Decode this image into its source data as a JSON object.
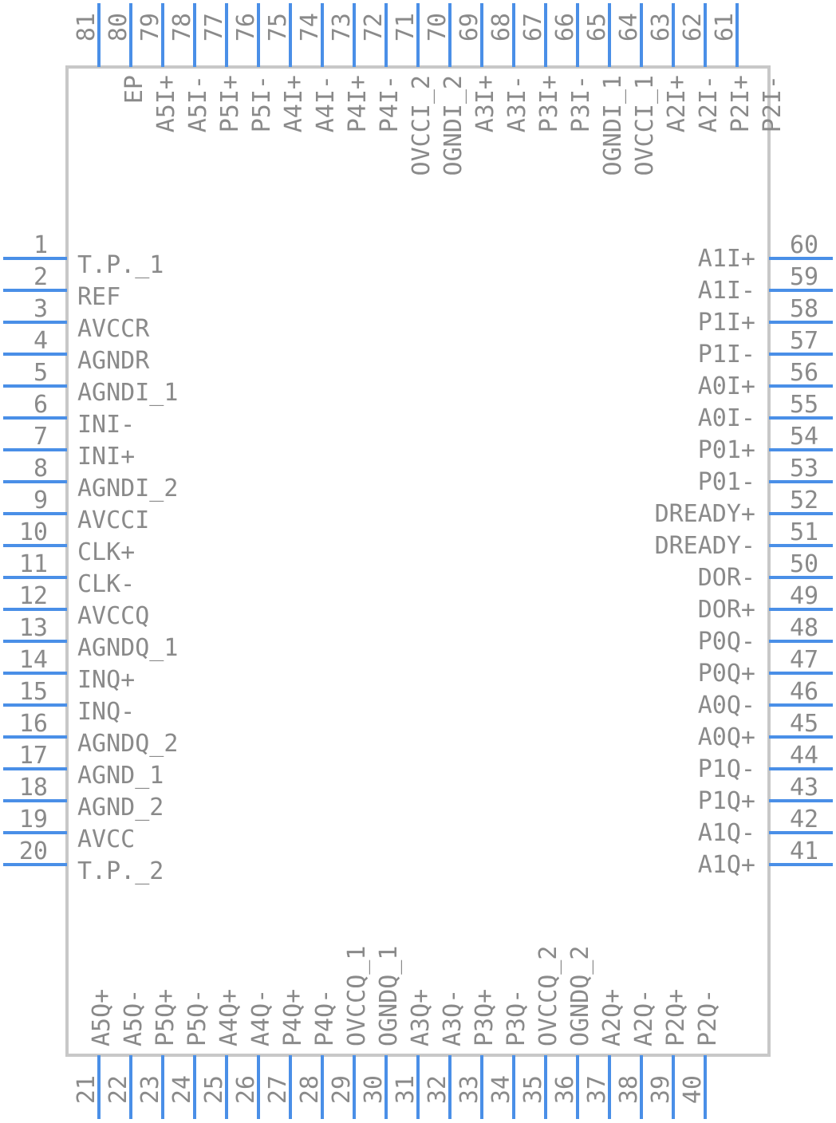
{
  "colors": {
    "pin": "#4a8fe7",
    "outline": "#c8c8c8",
    "text": "#8a8a8a",
    "background": "#ffffff"
  },
  "left_pins": [
    {
      "num": "1",
      "label": "T.P._1"
    },
    {
      "num": "2",
      "label": "REF"
    },
    {
      "num": "3",
      "label": "AVCCR"
    },
    {
      "num": "4",
      "label": "AGNDR"
    },
    {
      "num": "5",
      "label": "AGNDI_1"
    },
    {
      "num": "6",
      "label": "INI-"
    },
    {
      "num": "7",
      "label": "INI+"
    },
    {
      "num": "8",
      "label": "AGNDI_2"
    },
    {
      "num": "9",
      "label": "AVCCI"
    },
    {
      "num": "10",
      "label": "CLK+"
    },
    {
      "num": "11",
      "label": "CLK-"
    },
    {
      "num": "12",
      "label": "AVCCQ"
    },
    {
      "num": "13",
      "label": "AGNDQ_1"
    },
    {
      "num": "14",
      "label": "INQ+"
    },
    {
      "num": "15",
      "label": "INQ-"
    },
    {
      "num": "16",
      "label": "AGNDQ_2"
    },
    {
      "num": "17",
      "label": "AGND_1"
    },
    {
      "num": "18",
      "label": "AGND_2"
    },
    {
      "num": "19",
      "label": "AVCC"
    },
    {
      "num": "20",
      "label": "T.P._2"
    }
  ],
  "right_pins": [
    {
      "num": "60",
      "label": "A1I+"
    },
    {
      "num": "59",
      "label": "A1I-"
    },
    {
      "num": "58",
      "label": "P1I+"
    },
    {
      "num": "57",
      "label": "P1I-"
    },
    {
      "num": "56",
      "label": "A0I+"
    },
    {
      "num": "55",
      "label": "A0I-"
    },
    {
      "num": "54",
      "label": "P01+"
    },
    {
      "num": "53",
      "label": "P01-"
    },
    {
      "num": "52",
      "label": "DREADY+"
    },
    {
      "num": "51",
      "label": "DREADY-"
    },
    {
      "num": "50",
      "label": "DOR-"
    },
    {
      "num": "49",
      "label": "DOR+"
    },
    {
      "num": "48",
      "label": "P0Q-"
    },
    {
      "num": "47",
      "label": "P0Q+"
    },
    {
      "num": "46",
      "label": "A0Q-"
    },
    {
      "num": "45",
      "label": "A0Q+"
    },
    {
      "num": "44",
      "label": "P1Q-"
    },
    {
      "num": "43",
      "label": "P1Q+"
    },
    {
      "num": "42",
      "label": "A1Q-"
    },
    {
      "num": "41",
      "label": "A1Q+"
    }
  ],
  "top_pins": [
    {
      "num": "81",
      "label": "EP"
    },
    {
      "num": "80",
      "label": "A5I+"
    },
    {
      "num": "79",
      "label": "A5I-"
    },
    {
      "num": "78",
      "label": "P5I+"
    },
    {
      "num": "77",
      "label": "P5I-"
    },
    {
      "num": "76",
      "label": "A4I+"
    },
    {
      "num": "75",
      "label": "A4I-"
    },
    {
      "num": "74",
      "label": "P4I+"
    },
    {
      "num": "73",
      "label": "P4I-"
    },
    {
      "num": "72",
      "label": "OVCCI_2"
    },
    {
      "num": "71",
      "label": "OGNDI_2"
    },
    {
      "num": "70",
      "label": "A3I+"
    },
    {
      "num": "69",
      "label": "A3I-"
    },
    {
      "num": "68",
      "label": "P3I+"
    },
    {
      "num": "67",
      "label": "P3I-"
    },
    {
      "num": "66",
      "label": "OGNDI_1"
    },
    {
      "num": "65",
      "label": "OVCCI_1"
    },
    {
      "num": "64",
      "label": "A2I+"
    },
    {
      "num": "63",
      "label": "A2I-"
    },
    {
      "num": "62",
      "label": "P2I+"
    },
    {
      "num": "61",
      "label": "P2I-"
    }
  ],
  "bottom_pins": [
    {
      "num": "21",
      "label": "A5Q+"
    },
    {
      "num": "22",
      "label": "A5Q-"
    },
    {
      "num": "23",
      "label": "P5Q+"
    },
    {
      "num": "24",
      "label": "P5Q-"
    },
    {
      "num": "25",
      "label": "A4Q+"
    },
    {
      "num": "26",
      "label": "A4Q-"
    },
    {
      "num": "27",
      "label": "P4Q+"
    },
    {
      "num": "28",
      "label": "P4Q-"
    },
    {
      "num": "29",
      "label": "OVCCQ_1"
    },
    {
      "num": "30",
      "label": "OGNDQ_1"
    },
    {
      "num": "31",
      "label": "A3Q+"
    },
    {
      "num": "32",
      "label": "A3Q-"
    },
    {
      "num": "33",
      "label": "P3Q+"
    },
    {
      "num": "34",
      "label": "P3Q-"
    },
    {
      "num": "35",
      "label": "OVCCQ_2"
    },
    {
      "num": "36",
      "label": "OGNDQ_2"
    },
    {
      "num": "37",
      "label": "A2Q+"
    },
    {
      "num": "38",
      "label": "A2Q-"
    },
    {
      "num": "39",
      "label": "P2Q+"
    },
    {
      "num": "40",
      "label": "P2Q-"
    }
  ]
}
